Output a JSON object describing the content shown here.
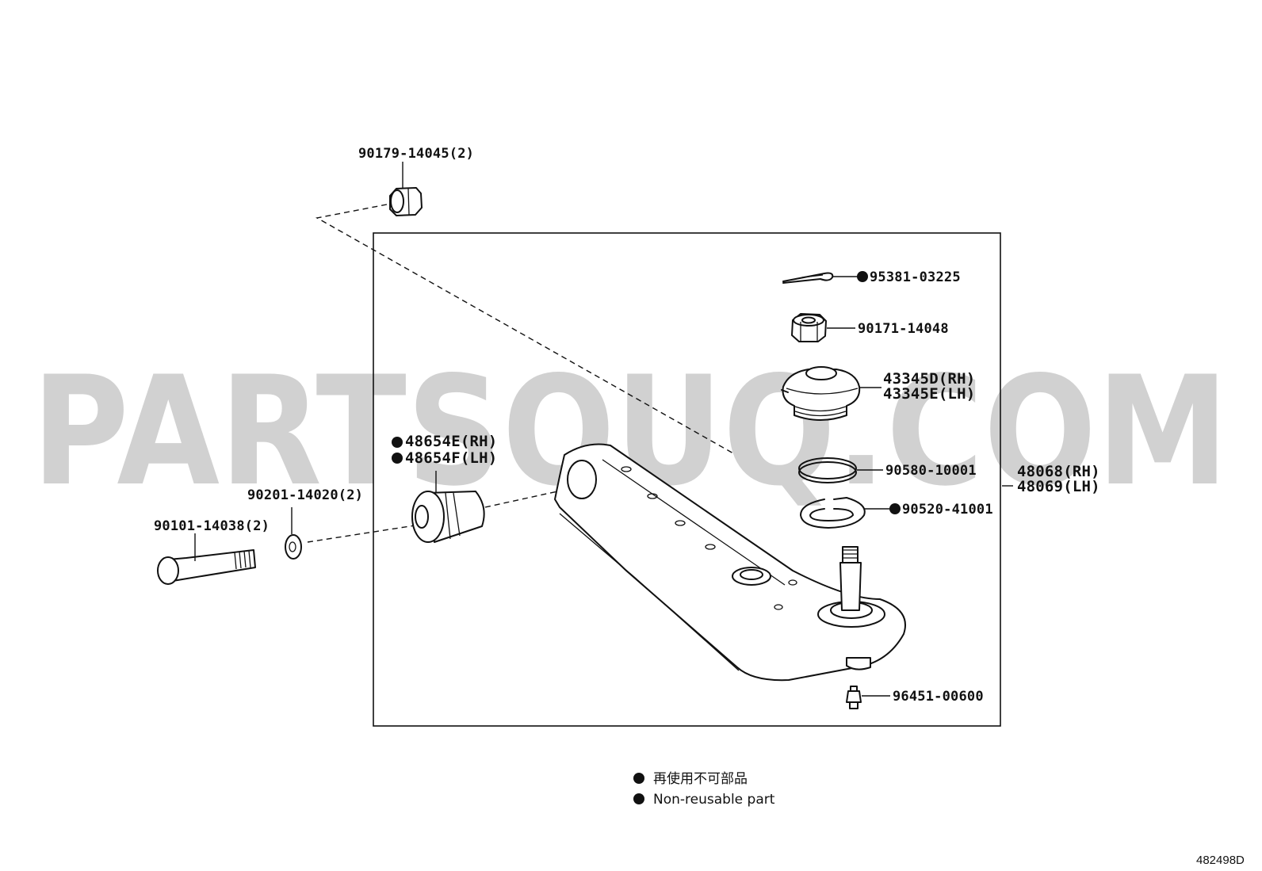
{
  "watermark": "PARTSOUQ.COM",
  "diagram_id": "482498D",
  "legend": {
    "line1": "再使用不可部品",
    "line2": "Non-reusable part"
  },
  "parts": {
    "p90179": "90179-14045(2)",
    "p95381": "95381-03225",
    "p90171": "90171-14048",
    "p43345d": "43345D(RH)",
    "p43345e": "43345E(LH)",
    "p48654e": "48654E(RH)",
    "p48654f": "48654F(LH)",
    "p90580": "90580-10001",
    "p48068": "48068(RH)",
    "p48069": "48069(LH)",
    "p90201": "90201-14020(2)",
    "p90101": "90101-14038(2)",
    "p90520": "90520-41001",
    "p96451": "96451-00600"
  },
  "non_reusable": [
    "95381-03225",
    "48654E(RH)",
    "48654F(LH)",
    "90520-41001"
  ]
}
